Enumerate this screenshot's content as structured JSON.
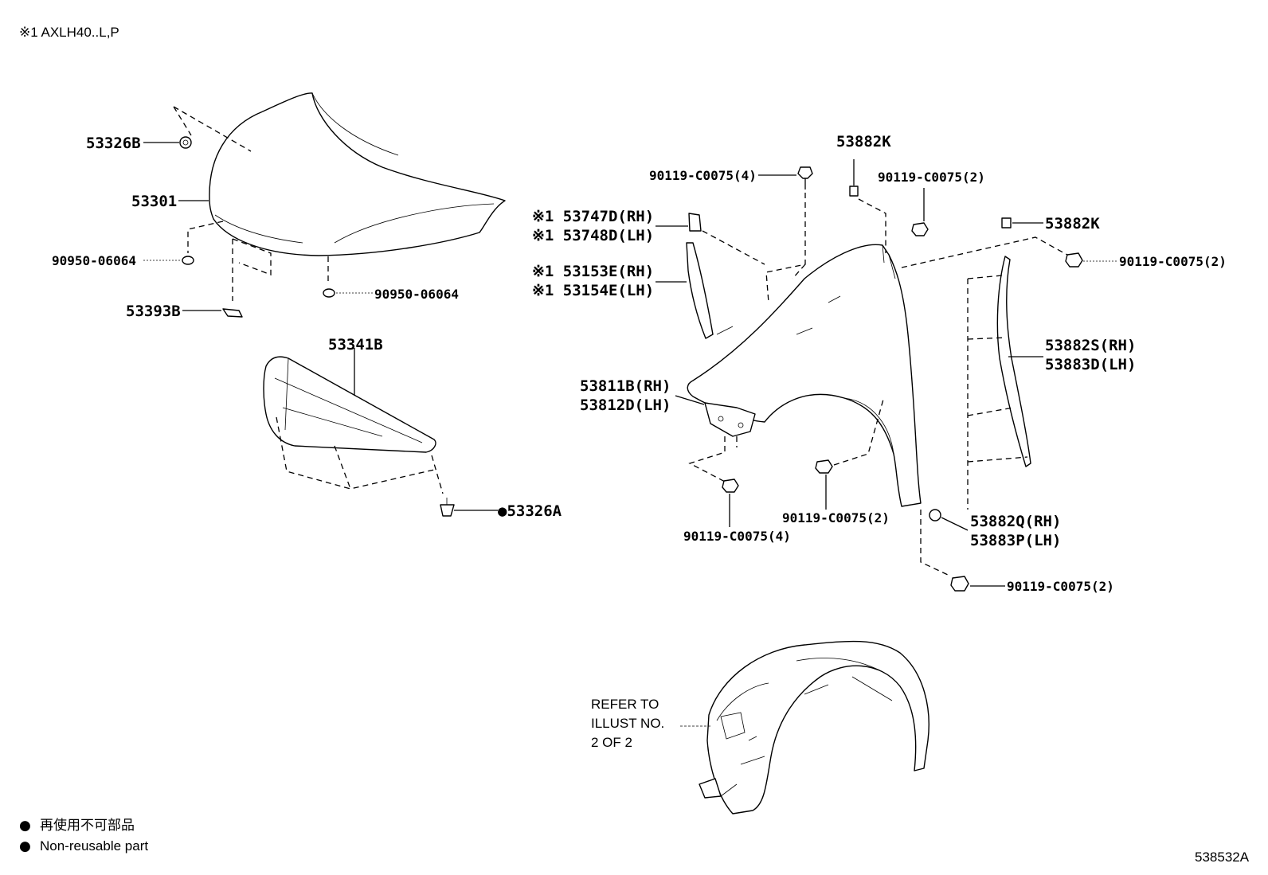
{
  "header_note": "※1  AXLH40..L,P",
  "figure_number": "538532A",
  "legend": {
    "marker_symbol": "●",
    "line_jp": "再使用不可部品",
    "line_en": "Non-reusable part"
  },
  "refer_note": [
    "REFER TO",
    "ILLUST NO.",
    "2 OF 2"
  ],
  "callouts": {
    "p53326B": "53326B",
    "p53301": "53301",
    "p90950_left": "90950-06064",
    "p90950_right": "90950-06064",
    "p53393B": "53393B",
    "p53341B": "53341B",
    "p53326A": "●53326A",
    "p90119_4_top": "90119-C0075(4)",
    "p53882K_top": "53882K",
    "p90119_2_top": "90119-C0075(2)",
    "p53747D": "※1 53747D(RH)",
    "p53748D": "※1 53748D(LH)",
    "p53153E": "※1 53153E(RH)",
    "p53154E": "※1 53154E(LH)",
    "p53882K_right": "53882K",
    "p90119_2_right": "90119-C0075(2)",
    "p53882S": "53882S(RH)",
    "p53883D": "53883D(LH)",
    "p53811B": "53811B(RH)",
    "p53812D": "53812D(LH)",
    "p90119_4_bottom": "90119-C0075(4)",
    "p90119_2_mid": "90119-C0075(2)",
    "p53882Q": "53882Q(RH)",
    "p53883P": "53883P(LH)",
    "p90119_2_bottom": "90119-C0075(2)"
  }
}
